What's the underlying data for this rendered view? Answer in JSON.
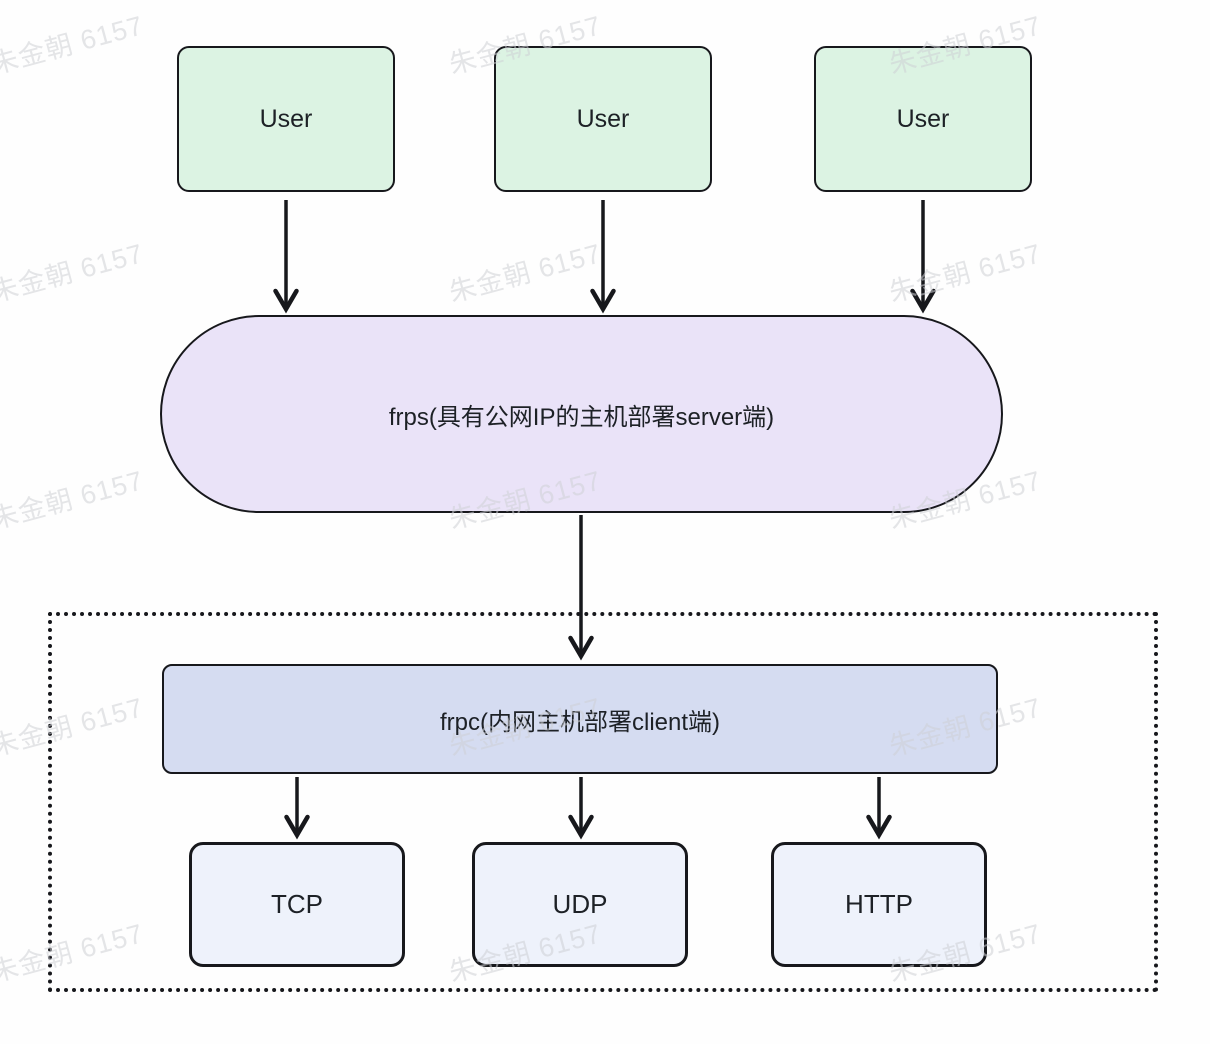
{
  "watermark": {
    "text": "朱金朝 6157"
  },
  "nodes": {
    "users": [
      {
        "label": "User"
      },
      {
        "label": "User"
      },
      {
        "label": "User"
      }
    ],
    "server": {
      "label": "frps(具有公网IP的主机部署server端)"
    },
    "client": {
      "label": "frpc(内网主机部署client端)"
    },
    "protocols": [
      {
        "label": "TCP"
      },
      {
        "label": "UDP"
      },
      {
        "label": "HTTP"
      }
    ]
  },
  "colors": {
    "user_fill": "#dcf3e3",
    "server_fill": "#eae3f8",
    "client_fill": "#d5dcf1",
    "protocol_fill": "#eef2fb",
    "border_color": "#17181c",
    "line_color": "#17181c",
    "text_color": "#1d2126",
    "watermark_color": "#cfd1d6"
  }
}
